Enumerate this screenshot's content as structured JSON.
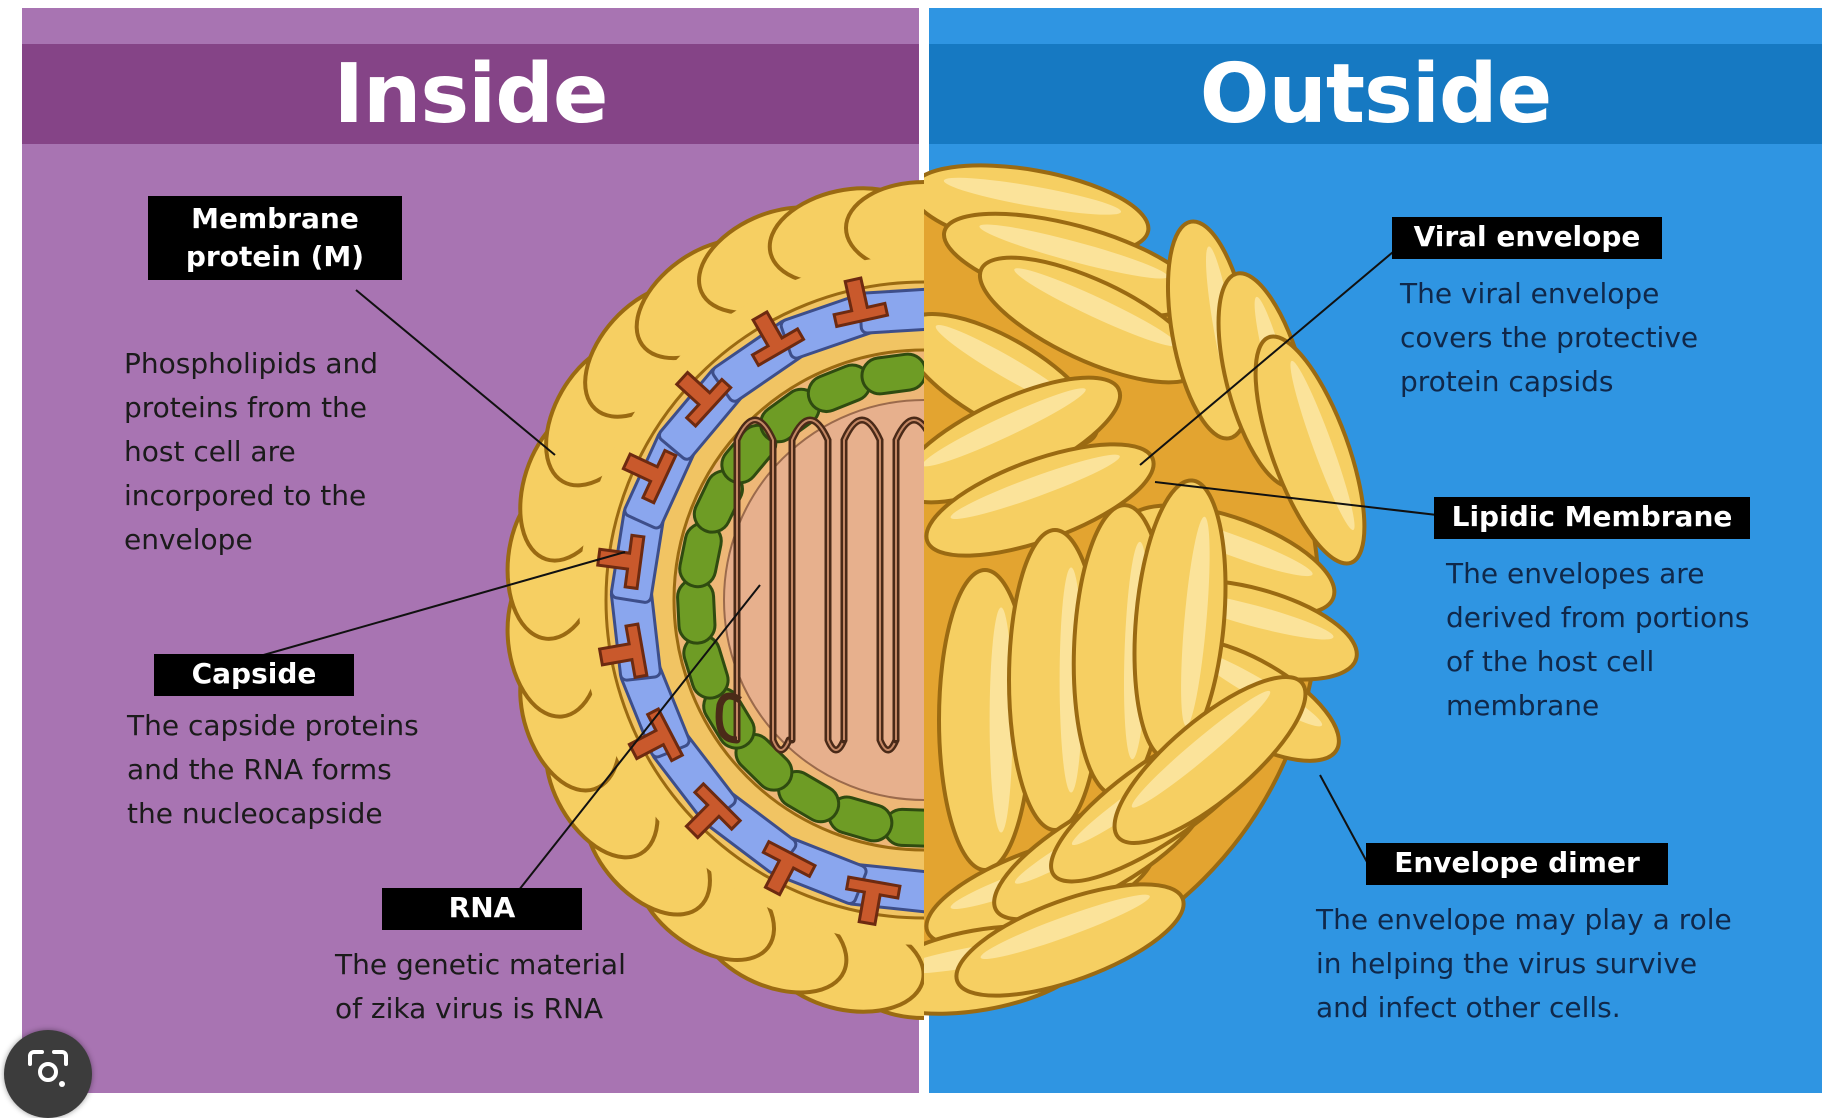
{
  "left": {
    "title": "Inside",
    "membrane_protein": {
      "label": "Membrane\nprotein (M)",
      "desc": "Phospholipids and\nproteins from the\nhost cell are\nincorpored to the\nenvelope"
    },
    "capside": {
      "label": "Capside",
      "desc": "The capside proteins\nand the RNA forms\nthe nucleocapside"
    },
    "rna": {
      "label": "RNA",
      "desc": "The genetic material\nof zika virus is RNA"
    }
  },
  "right": {
    "title": "Outside",
    "viral_envelope": {
      "label": "Viral envelope",
      "desc": "The viral envelope\ncovers the protective\nprotein capsids"
    },
    "lipidic_membrane": {
      "label": "Lipidic Membrane",
      "desc": "The envelopes are\nderived from portions\nof the host cell\nmembrane"
    },
    "envelope_dimer": {
      "label": "Envelope dimer",
      "desc": "The envelope may play a role\nin helping the virus survive\nand infect other cells."
    }
  },
  "colors": {
    "inside_bg": "#a874b2",
    "inside_banner": "#854487",
    "outside_bg": "#2f95e2",
    "outside_banner": "#1679c2",
    "envelope_yellow": "#f6cf62",
    "outline": "#9a6a12",
    "capsid_green": "#6e9c25",
    "membrane_blue": "#8aa6ee",
    "m_protein_orange": "#c9592c",
    "core_tan": "#e7b08d",
    "rna_brown": "#4a2a18"
  },
  "icons": {
    "lens": "google-lens-icon"
  }
}
